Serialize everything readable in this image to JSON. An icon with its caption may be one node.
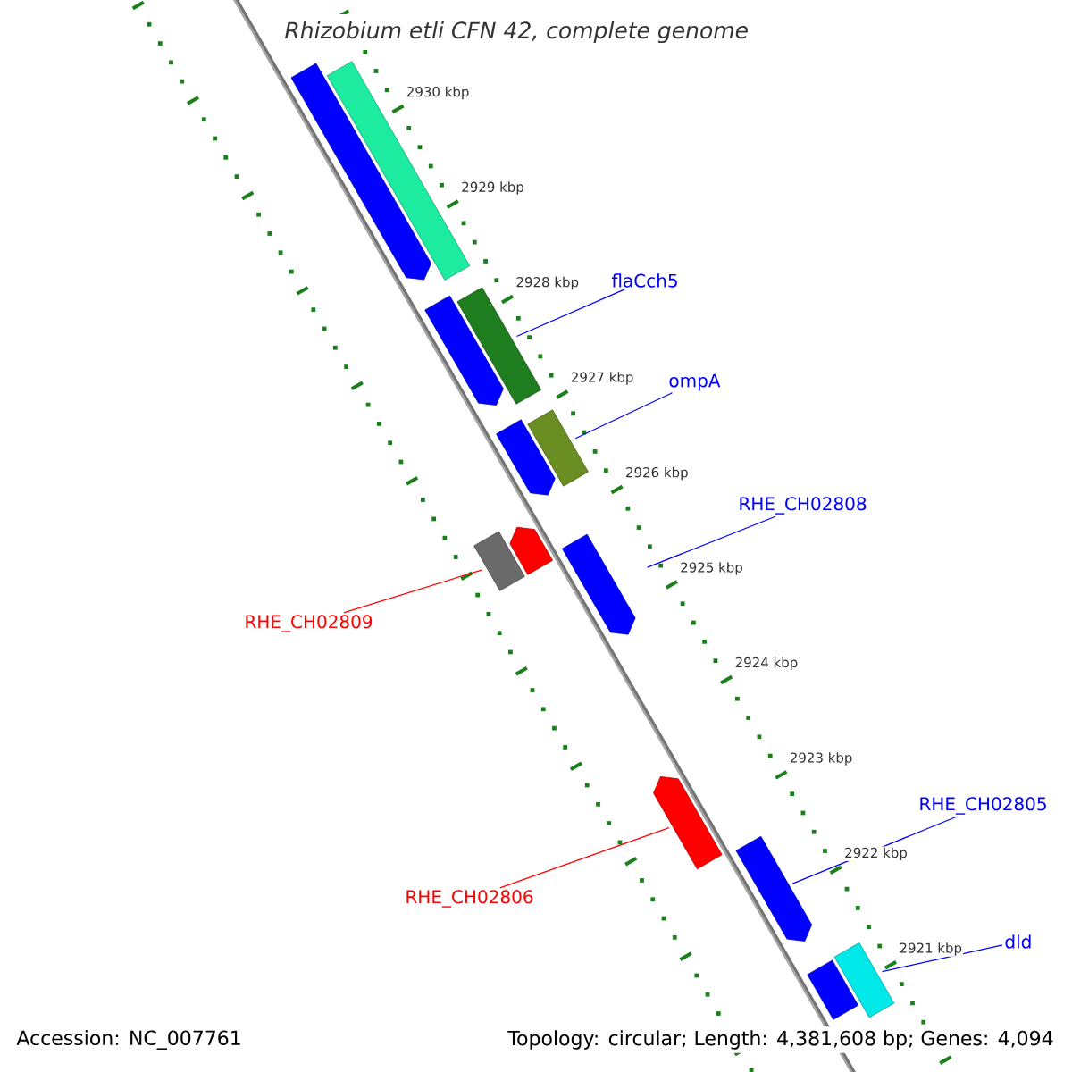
{
  "diagram": {
    "title": "Rhizobium etli CFN 42, complete genome",
    "nodes": [
      {
        "text": [],
        "shape": "bar"
      },
      {
        "text": [],
        "shape": "bar"
      },
      {
        "text": [
          "flaCch5"
        ]
      },
      {
        "text": [],
        "shape": "bar"
      },
      {
        "text": [],
        "shape": "bar"
      },
      {
        "text": [
          "ompA"
        ]
      },
      {
        "text": [],
        "shape": "bar"
      },
      {
        "text": [],
        "shape": "bar"
      },
      {
        "text": [
          "RHE_CH02808"
        ]
      },
      {
        "text": [],
        "shape": "bar"
      },
      {
        "text": [],
        "shape": "bar"
      },
      {
        "text": [],
        "shape": "bar"
      },
      {
        "text": [
          "RHE_CH02809"
        ]
      },
      {
        "text": [],
        "shape": "bar"
      },
      {
        "text": [
          "RHE_CH02806"
        ]
      },
      {
        "text": [],
        "shape": "bar"
      },
      {
        "text": [
          "RHE_CH02805"
        ]
      },
      {
        "text": [
          "dld"
        ]
      },
      {
        "text": [],
        "shape": "bar"
      },
      {
        "text": [],
        "shape": "bar"
      }
    ],
    "edges": [
      {
        "from": 2,
        "to": 4,
        "arrow": "none"
      },
      {
        "from": 5,
        "to": 7,
        "arrow": "none"
      },
      {
        "from": 8,
        "to": 11,
        "arrow": "none"
      },
      {
        "from": 12,
        "to": 9,
        "arrow": "none",
        "color": "#ff0000"
      },
      {
        "from": 14,
        "to": 13,
        "arrow": "none",
        "color": "#ff0000"
      },
      {
        "from": 16,
        "to": 15,
        "arrow": "none"
      },
      {
        "from": 17,
        "to": 19,
        "arrow": "none"
      }
    ],
    "labels": [
      "2930 kbp",
      "2929 kbp",
      "2928 kbp",
      "2927 kbp",
      "2926 kbp",
      "2925 kbp",
      "2924 kbp",
      "2923 kbp",
      "2922 kbp",
      "2921 kbp",
      "Accession: NC_007761",
      "Topology: circular; Length: 4,381,608 bp; Genes: 4,094"
    ]
  }
}
